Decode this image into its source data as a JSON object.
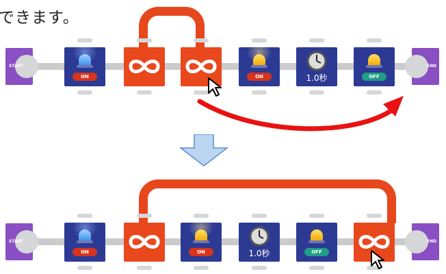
{
  "caption": "できます。",
  "colors": {
    "loop": "#e7471c",
    "action_block": "#2c3a94",
    "repeat_block": "#e9481d",
    "endpoint": "#8a4fc2",
    "arrow": "#e81212",
    "down_arrow": "#bcd6f2"
  },
  "row_before": {
    "start_label": "START",
    "end_label": "END",
    "blocks": [
      {
        "kind": "light",
        "lamp": "blue",
        "state": "ON"
      },
      {
        "kind": "repeat",
        "icon": "infinity-icon"
      },
      {
        "kind": "repeat",
        "icon": "infinity-icon"
      },
      {
        "kind": "light",
        "lamp": "yellow",
        "state": "ON"
      },
      {
        "kind": "wait",
        "time": "1.0秒"
      },
      {
        "kind": "light",
        "lamp": "yellow",
        "state": "OFF"
      }
    ]
  },
  "row_after": {
    "start_label": "START",
    "end_label": "END",
    "blocks": [
      {
        "kind": "light",
        "lamp": "blue",
        "state": "ON"
      },
      {
        "kind": "repeat",
        "icon": "infinity-icon"
      },
      {
        "kind": "light",
        "lamp": "yellow",
        "state": "ON"
      },
      {
        "kind": "wait",
        "time": "1.0秒"
      },
      {
        "kind": "light",
        "lamp": "yellow",
        "state": "OFF"
      },
      {
        "kind": "repeat",
        "icon": "infinity-icon"
      }
    ]
  },
  "icons": [
    "pointer-cursor-icon",
    "down-arrow-icon",
    "curved-arrow-icon",
    "infinity-icon",
    "clock-icon",
    "lamp-icon"
  ]
}
